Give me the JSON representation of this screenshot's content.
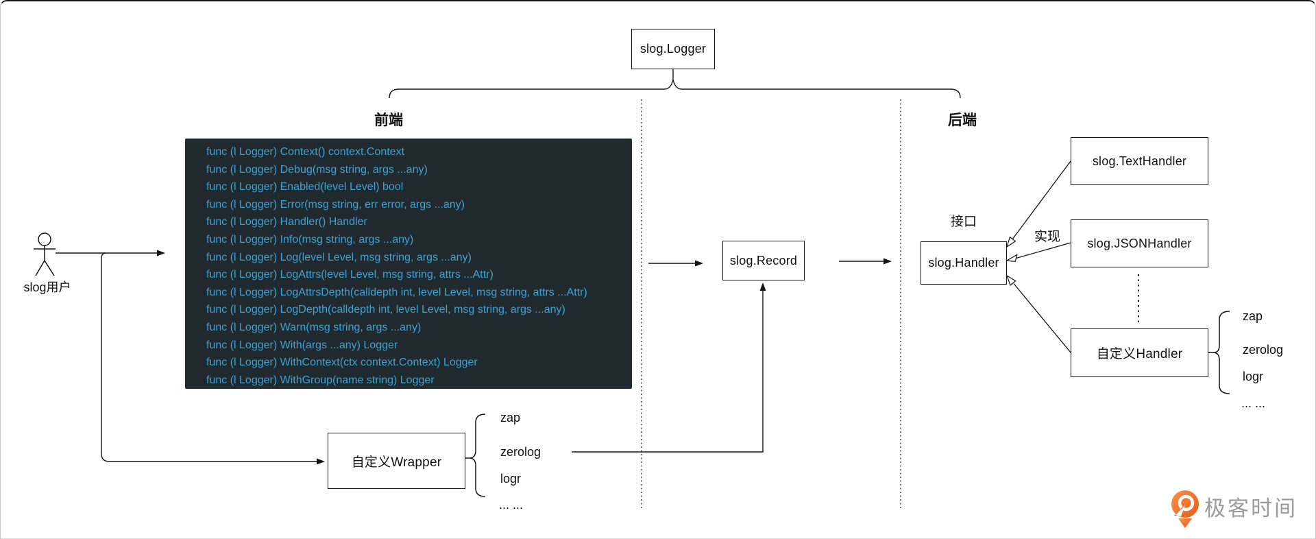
{
  "diagram": {
    "title_box": "slog.Logger",
    "frontend_label": "前端",
    "backend_label": "后端"
  },
  "code_block": {
    "bg_color": "#202A2E",
    "text_color": "#3FA2D3",
    "lines": [
      "func (l Logger) Context() context.Context",
      "func (l Logger) Debug(msg string, args ...any)",
      "func (l Logger) Enabled(level Level) bool",
      "func (l Logger) Error(msg string, err error, args ...any)",
      "func (l Logger) Handler() Handler",
      "func (l Logger) Info(msg string, args ...any)",
      "func (l Logger) Log(level Level, msg string, args ...any)",
      "func (l Logger) LogAttrs(level Level, msg string, attrs ...Attr)",
      "func (l Logger) LogAttrsDepth(calldepth int, level Level, msg string, attrs ...Attr)",
      "func (l Logger) LogDepth(calldepth int, level Level, msg string, args ...any)",
      "func (l Logger) Warn(msg string, args ...any)",
      "func (l Logger) With(args ...any) Logger",
      "func (l Logger) WithContext(ctx context.Context) Logger",
      "func (l Logger) WithGroup(name string) Logger"
    ]
  },
  "user": {
    "label": "slog用户"
  },
  "wrapper_box": {
    "label": "自定义Wrapper"
  },
  "record_box": {
    "label": "slog.Record"
  },
  "handler": {
    "interface_label": "接口",
    "box_label": "slog.Handler",
    "implements_label": "实现"
  },
  "impl_boxes": {
    "text_handler": "slog.TextHandler",
    "json_handler": "slog.JSONHandler",
    "custom_handler": "自定义Handler"
  },
  "left_list": {
    "items": [
      "zap",
      "zerolog",
      "logr",
      "... ..."
    ]
  },
  "right_list": {
    "items": [
      "zap",
      "zerolog",
      "logr",
      "... ..."
    ]
  },
  "logo": {
    "text": "极客时间",
    "icon_color": "#EE6F2D",
    "text_color": "#9B9B9B"
  }
}
